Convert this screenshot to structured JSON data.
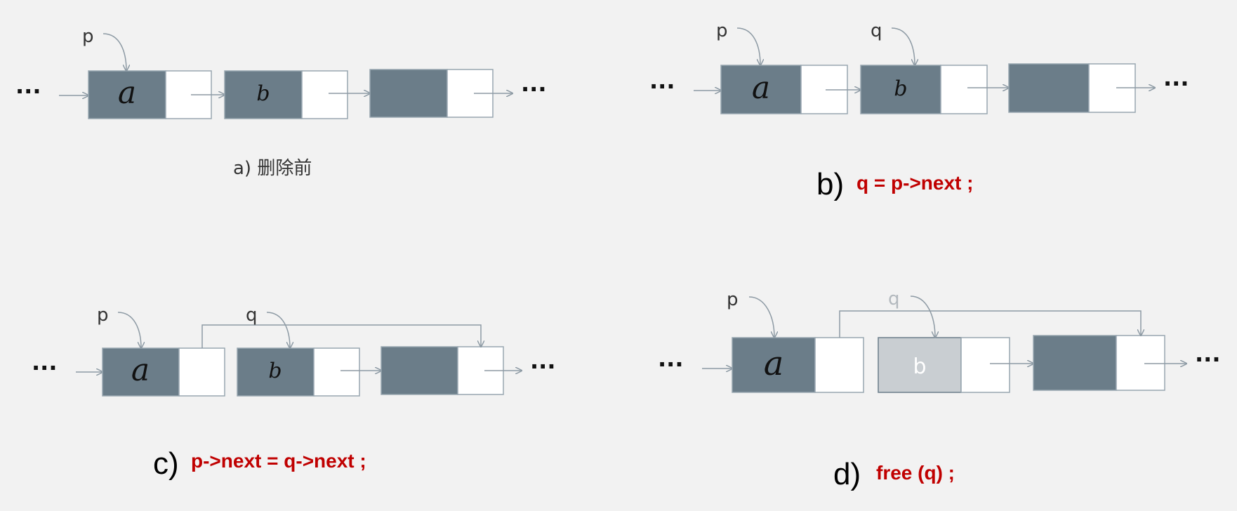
{
  "colors": {
    "background": "#f2f2f2",
    "node_data_fill": "#6b7d89",
    "node_freed_fill": "#c9ced2",
    "node_pointer_fill": "#ffffff",
    "node_border": "#98a6b0",
    "arrow": "#8d9aa4",
    "code_text": "#c00000",
    "freed_text": "#ffffff",
    "faded_label": "#b3b9be"
  },
  "ellipsis": "···",
  "panels": {
    "a": {
      "pointer_p": "p",
      "node_a": "a",
      "node_b": "b",
      "caption": "a) 删除前"
    },
    "b": {
      "pointer_p": "p",
      "pointer_q": "q",
      "node_a": "a",
      "node_b": "b",
      "caption_letter": "b)",
      "caption_code": "q = p->next ;"
    },
    "c": {
      "pointer_p": "p",
      "pointer_q": "q",
      "node_a": "a",
      "node_b": "b",
      "caption_letter": "c)",
      "caption_code": "p->next = q->next ;"
    },
    "d": {
      "pointer_p": "p",
      "pointer_q": "q",
      "node_a": "a",
      "node_b": "b",
      "caption_letter": "d)",
      "caption_code": "free (q) ;"
    }
  }
}
